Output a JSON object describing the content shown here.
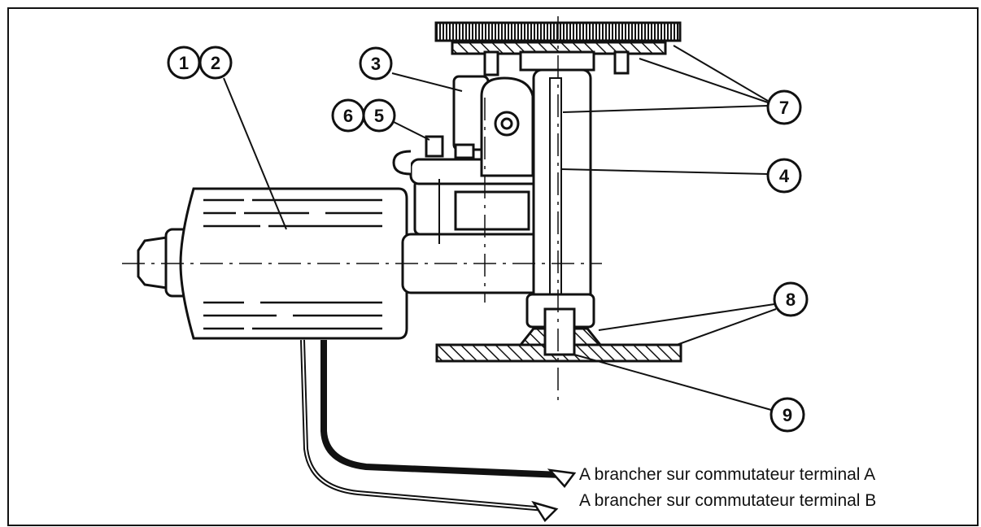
{
  "callouts": {
    "c1": "1",
    "c2": "2",
    "c3": "3",
    "c4": "4",
    "c5": "5",
    "c6": "6",
    "c7": "7",
    "c8": "8",
    "c9": "9"
  },
  "captions": {
    "terminal_a": "A brancher sur commutateur terminal A",
    "terminal_b": "A brancher sur commutateur terminal B"
  },
  "colors": {
    "ink": "#111111",
    "paper": "#ffffff"
  }
}
